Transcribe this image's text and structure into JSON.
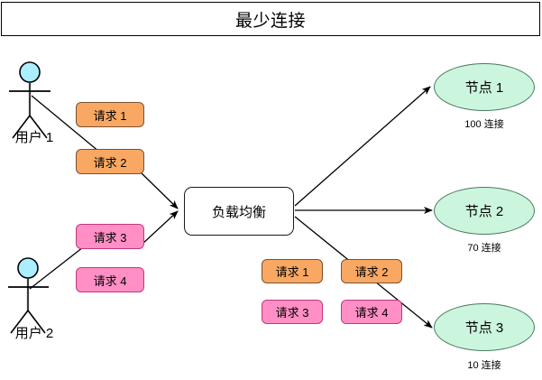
{
  "title": "最少连接",
  "actors": [
    {
      "name": "用户 1",
      "requests": [
        "请求 1",
        "请求 2"
      ],
      "color": "#f8a862"
    },
    {
      "name": "用户 2",
      "requests": [
        "请求 3",
        "请求 4"
      ],
      "color": "#ff8fc4"
    }
  ],
  "balancer": {
    "label": "负载均衡"
  },
  "queue": {
    "items": [
      {
        "label": "请求 1",
        "color": "#f8a862"
      },
      {
        "label": "请求 2",
        "color": "#f8a862"
      },
      {
        "label": "请求 3",
        "color": "#ff8fc4"
      },
      {
        "label": "请求 4",
        "color": "#ff8fc4"
      }
    ]
  },
  "nodes": [
    {
      "label": "节点 1",
      "connections": "100 连接"
    },
    {
      "label": "节点 2",
      "connections": "70 连接"
    },
    {
      "label": "节点 3",
      "connections": "10 连接"
    }
  ],
  "colors": {
    "orange": "#f8a862",
    "orange_border": "#7a5230",
    "pink": "#ff8fc4",
    "pink_border": "#c4367f",
    "node_fill": "#ccf5dd",
    "node_border": "#4a7a62",
    "actor_head": "#aaeeff",
    "line": "#000000"
  }
}
